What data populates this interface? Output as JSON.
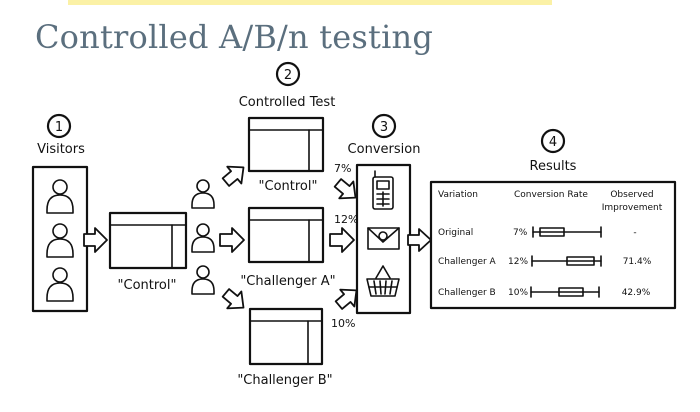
{
  "title": "Controlled A/B/n testing",
  "steps": {
    "visitors": {
      "number": "1",
      "label": "Visitors"
    },
    "test": {
      "number": "2",
      "label": "Controlled Test"
    },
    "conversion": {
      "number": "3",
      "label": "Conversion"
    },
    "results": {
      "number": "4",
      "label": "Results"
    }
  },
  "pages": {
    "center": "\"Control\"",
    "control": "\"Control\"",
    "challenger_a": "\"Challenger A\"",
    "challenger_b": "\"Challenger B\""
  },
  "conversion_rates": {
    "control": "7%",
    "challenger_a": "12%",
    "challenger_b": "10%"
  },
  "results_table": {
    "headers": {
      "variation": "Variation",
      "rate": "Conversion Rate",
      "improvement_line1": "Observed",
      "improvement_line2": "Improvement"
    },
    "rows": [
      {
        "variation": "Original",
        "rate": "7%",
        "improvement": "-",
        "bar_fill": "#ffffff"
      },
      {
        "variation": "Challenger A",
        "rate": "12%",
        "improvement": "71.4%",
        "bar_fill": "#7f7f7f"
      },
      {
        "variation": "Challenger B",
        "rate": "10%",
        "improvement": "42.9%",
        "bar_fill": "#bdbdbd"
      }
    ]
  },
  "colors": {
    "title": "#5b6f7e",
    "highlight": "#fbf1a6",
    "ink": "#111111"
  }
}
